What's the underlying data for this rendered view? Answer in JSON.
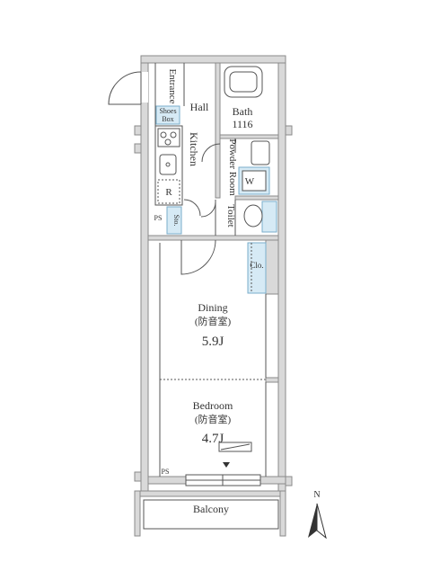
{
  "plan": {
    "rooms": {
      "entrance": "Entrance",
      "shoes_box_1": "Shoes",
      "shoes_box_2": "Box",
      "hall": "Hall",
      "bath": "Bath",
      "bath_size": "1116",
      "kitchen": "Kitchen",
      "powder_room": "Powder Room",
      "washer": "W",
      "refrigerator": "R",
      "toilet": "Toilet",
      "ps_1": "PS",
      "storage": "Sto.",
      "closet": "Clo.",
      "dining": "Dining",
      "dining_note": "(防音室)",
      "dining_size": "5.9J",
      "bedroom": "Bedroom",
      "bedroom_note": "(防音室)",
      "bedroom_size": "4.7J",
      "ps_2": "PS",
      "balcony": "Balcony"
    },
    "compass": {
      "label": "N"
    }
  }
}
